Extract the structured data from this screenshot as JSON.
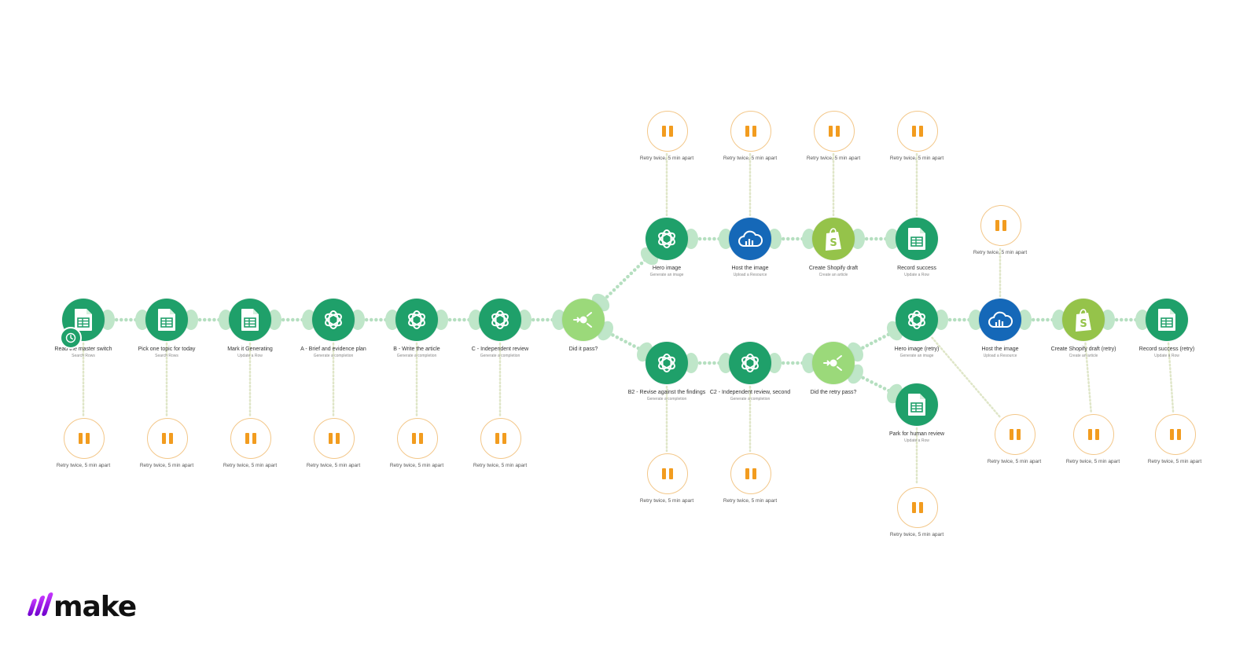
{
  "app": {
    "logo_text": "make"
  },
  "colors": {
    "sheets": "#1fa06a",
    "openai": "#1fa06a",
    "router": "#9bd97a",
    "cloud": "#1568b8",
    "shopify": "#95c34a",
    "handler_stroke": "#f3c789",
    "pause": "#f29c1f",
    "link": "#b5dfc0"
  },
  "modules": [
    {
      "id": "m1",
      "icon": "google-sheets-icon",
      "title": "Read the master switch",
      "subtitle": "Search Rows"
    },
    {
      "id": "m2",
      "icon": "google-sheets-icon",
      "title": "Pick one topic for today",
      "subtitle": "Search Rows"
    },
    {
      "id": "m3",
      "icon": "google-sheets-icon",
      "title": "Mark it Generating",
      "subtitle": "Update a Row"
    },
    {
      "id": "m4",
      "icon": "openai-icon",
      "title": "A - Brief and evidence plan",
      "subtitle": "Generate a completion"
    },
    {
      "id": "m5",
      "icon": "openai-icon",
      "title": "B - Write the article",
      "subtitle": "Generate a completion"
    },
    {
      "id": "m6",
      "icon": "openai-icon",
      "title": "C - Independent review",
      "subtitle": "Generate a completion"
    },
    {
      "id": "r1",
      "icon": "router-icon",
      "title": "Did it pass?",
      "subtitle": ""
    },
    {
      "id": "t1",
      "icon": "openai-icon",
      "title": "Hero image",
      "subtitle": "Generate an image"
    },
    {
      "id": "t2",
      "icon": "cloud-upload-icon",
      "title": "Host the image",
      "subtitle": "Upload a Resource"
    },
    {
      "id": "t3",
      "icon": "shopify-icon",
      "title": "Create Shopify draft",
      "subtitle": "Create an article"
    },
    {
      "id": "t4",
      "icon": "google-sheets-icon",
      "title": "Record success",
      "subtitle": "Update a Row"
    },
    {
      "id": "b1",
      "icon": "openai-icon",
      "title": "B2 - Revise against the findings",
      "subtitle": "Generate a completion"
    },
    {
      "id": "b2",
      "icon": "openai-icon",
      "title": "C2 - Independent review, second",
      "subtitle": "Generate a completion"
    },
    {
      "id": "r2",
      "icon": "router-icon",
      "title": "Did the retry pass?",
      "subtitle": ""
    },
    {
      "id": "u1",
      "icon": "openai-icon",
      "title": "Hero image (retry)",
      "subtitle": "Generate an image"
    },
    {
      "id": "u2",
      "icon": "cloud-upload-icon",
      "title": "Host the image",
      "subtitle": "Upload a Resource"
    },
    {
      "id": "u3",
      "icon": "shopify-icon",
      "title": "Create Shopify draft (retry)",
      "subtitle": "Create an article"
    },
    {
      "id": "u4",
      "icon": "google-sheets-icon",
      "title": "Record success (retry)",
      "subtitle": "Update a Row"
    },
    {
      "id": "p1",
      "icon": "google-sheets-icon",
      "title": "Park for human review",
      "subtitle": "Update a Row"
    }
  ],
  "handlers": [
    {
      "for": "m1",
      "label": "Retry twice, 5 min apart"
    },
    {
      "for": "m2",
      "label": "Retry twice, 5 min apart"
    },
    {
      "for": "m3",
      "label": "Retry twice, 5 min apart"
    },
    {
      "for": "m4",
      "label": "Retry twice, 5 min apart"
    },
    {
      "for": "m5",
      "label": "Retry twice, 5 min apart"
    },
    {
      "for": "m6",
      "label": "Retry twice, 5 min apart"
    },
    {
      "for": "t1",
      "label": "Retry twice, 5 min apart"
    },
    {
      "for": "t2",
      "label": "Retry twice, 5 min apart"
    },
    {
      "for": "t3",
      "label": "Retry twice, 5 min apart"
    },
    {
      "for": "t4",
      "label": "Retry twice, 5 min apart"
    },
    {
      "for": "b1",
      "label": "Retry twice, 5 min apart"
    },
    {
      "for": "b2",
      "label": "Retry twice, 5 min apart"
    },
    {
      "for": "u1",
      "label": "Retry twice, 5 min apart"
    },
    {
      "for": "u2",
      "label": "Retry twice, 5 min apart"
    },
    {
      "for": "u3",
      "label": "Retry twice, 5 min apart"
    },
    {
      "for": "u4",
      "label": "Retry twice, 5 min apart"
    },
    {
      "for": "p1",
      "label": "Retry twice, 5 min apart"
    }
  ]
}
